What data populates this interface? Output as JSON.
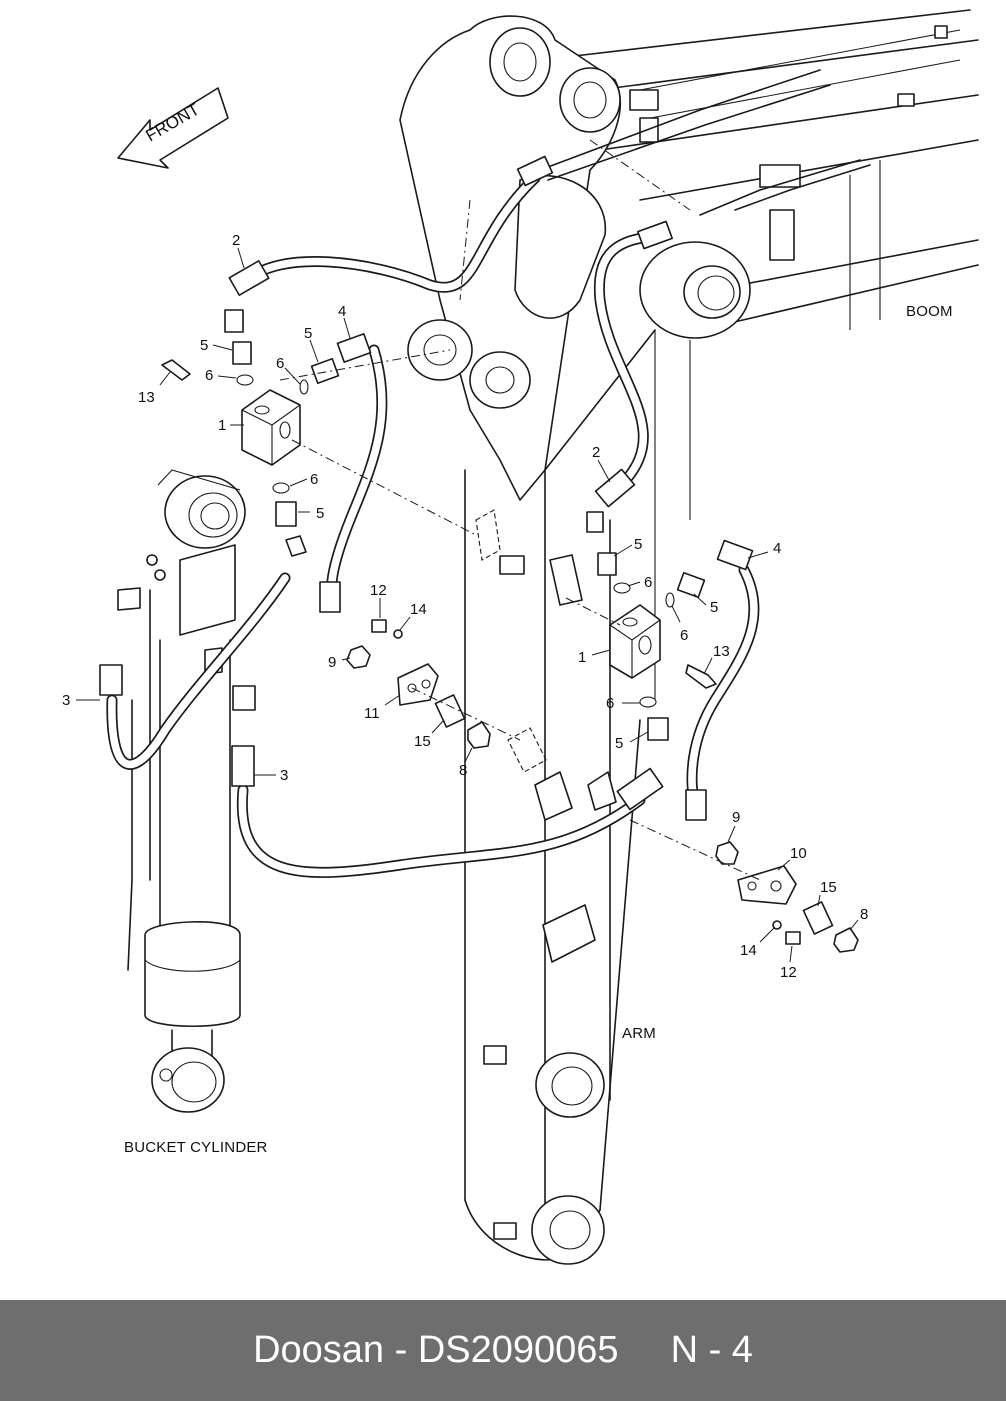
{
  "direction_label": "FRONT",
  "section_labels": {
    "boom": "BOOM",
    "arm": "ARM",
    "bucket_cylinder": "BUCKET CYLINDER"
  },
  "callouts": {
    "c1": "1",
    "c2": "2",
    "c3": "3",
    "c4": "4",
    "c5": "5",
    "c6": "6",
    "c8": "8",
    "c9": "9",
    "c10": "10",
    "c11": "11",
    "c12": "12",
    "c13": "13",
    "c14": "14",
    "c15": "15"
  },
  "footer": {
    "brand": "Doosan",
    "separator": " - ",
    "part_number": "DS2090065",
    "page_ref": "N - 4"
  }
}
